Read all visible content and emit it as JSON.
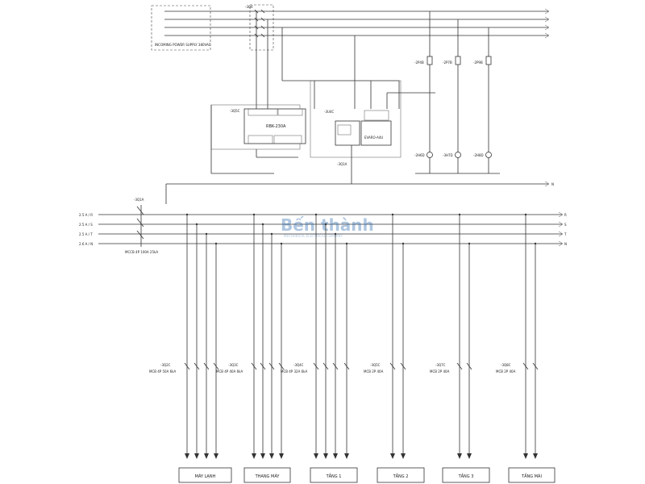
{
  "incoming_label": "INCOMING POWER SUPPLY 380VAC",
  "panel": {
    "contactor_block": "RBK-230A",
    "evaro_block": "EVARO-A4U",
    "ats_tag": "-3Q4",
    "plc_tag": "-3Q5C",
    "timer_tag": "-3U4C",
    "fuse_tag": "-3Q1A"
  },
  "lamps": [
    {
      "tag": "-2P4B"
    },
    {
      "tag": "-2P7B"
    },
    {
      "tag": "-2P9B"
    }
  ],
  "indicators": [
    {
      "tag": "-2H6D"
    },
    {
      "tag": "-3H7D"
    },
    {
      "tag": "-2H8D"
    }
  ],
  "main_breaker": {
    "tag": "-3Q1A",
    "spec": "MCCB 4P 100A 25kA"
  },
  "bus_in_labels": [
    "2.5 A / R",
    "2.5 A / S",
    "2.5 A / T",
    "2.6 A / N"
  ],
  "bus_out_labels": [
    "R",
    "S",
    "T",
    "N"
  ],
  "neutral_line_label": "N",
  "feeders": [
    {
      "tag": "-3Q2C",
      "spec": "MCB 4P 50A 6kA",
      "load": "MÁY LẠNH"
    },
    {
      "tag": "-3Q3C",
      "spec": "MCB 4P 40A 6kA",
      "load": "THANG MÁY"
    },
    {
      "tag": "-3Q4C",
      "spec": "MCB 4P 32A 6kA",
      "load": "TẦNG 1"
    },
    {
      "tag": "-3Q5C",
      "spec": "MCB 2P 40A",
      "load": "TẦNG 2"
    },
    {
      "tag": "-3Q7C",
      "spec": "MCB 2P 40A",
      "load": "TẦNG 3"
    },
    {
      "tag": "-3Q8C",
      "spec": "MCB 2P 40A",
      "load": "TẦNG MÁI"
    }
  ],
  "watermark": {
    "brand": "Bến thành",
    "tagline": "MECHANICAL ELECTRICAL COMPANY"
  }
}
